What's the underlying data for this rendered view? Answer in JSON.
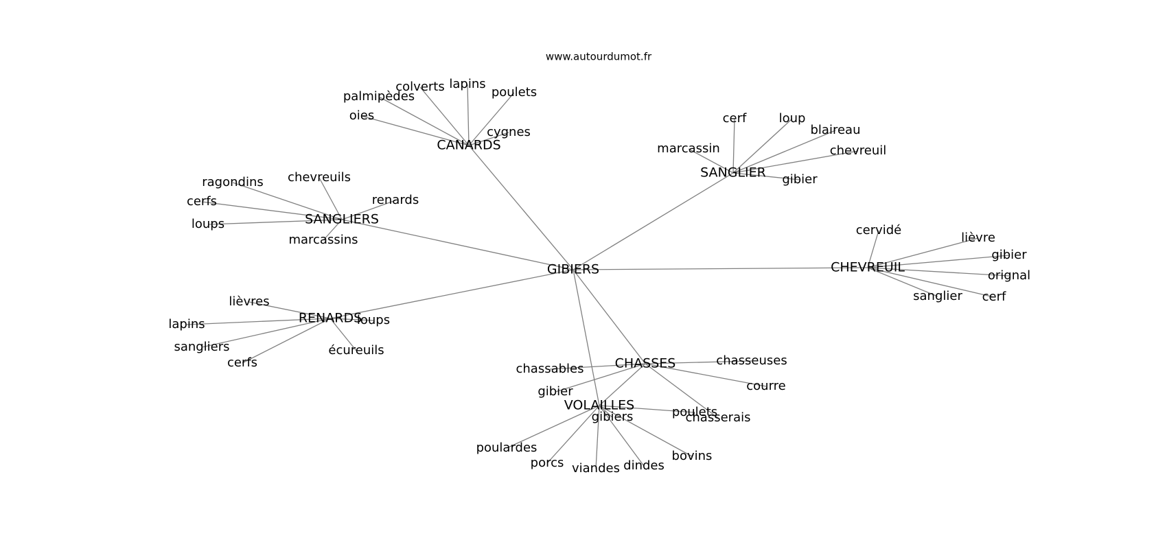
{
  "watermark": "www.autourdumot.fr",
  "colors": {
    "edge": "#808080",
    "text": "#000000",
    "background": "#ffffff"
  },
  "graph": {
    "center": "GIBIERS",
    "clusters": [
      {
        "hub": "CANARDS",
        "words": [
          "palmipèdes",
          "colverts",
          "lapins",
          "poulets",
          "cygnes",
          "oies"
        ]
      },
      {
        "hub": "SANGLIER",
        "words": [
          "cerf",
          "loup",
          "blaireau",
          "chevreuil",
          "marcassin",
          "gibier"
        ]
      },
      {
        "hub": "SANGLIERS",
        "words": [
          "ragondins",
          "chevreuils",
          "renards",
          "cerfs",
          "loups",
          "marcassins"
        ]
      },
      {
        "hub": "CHEVREUIL",
        "words": [
          "cervidé",
          "lièvre",
          "gibier",
          "orignal",
          "sanglier",
          "cerf"
        ]
      },
      {
        "hub": "RENARDS",
        "words": [
          "lièvres",
          "lapins",
          "loups",
          "sangliers",
          "cerfs",
          "écureuils"
        ]
      },
      {
        "hub": "CHASSES",
        "words": [
          "chassables",
          "chasseuses",
          "courre",
          "gibier",
          "chasserais",
          "VOLAILLES"
        ]
      },
      {
        "hub": "VOLAILLES",
        "words": [
          "poulets",
          "gibiers",
          "poulardes",
          "porcs",
          "viandes",
          "dindes",
          "bovins"
        ]
      }
    ]
  }
}
